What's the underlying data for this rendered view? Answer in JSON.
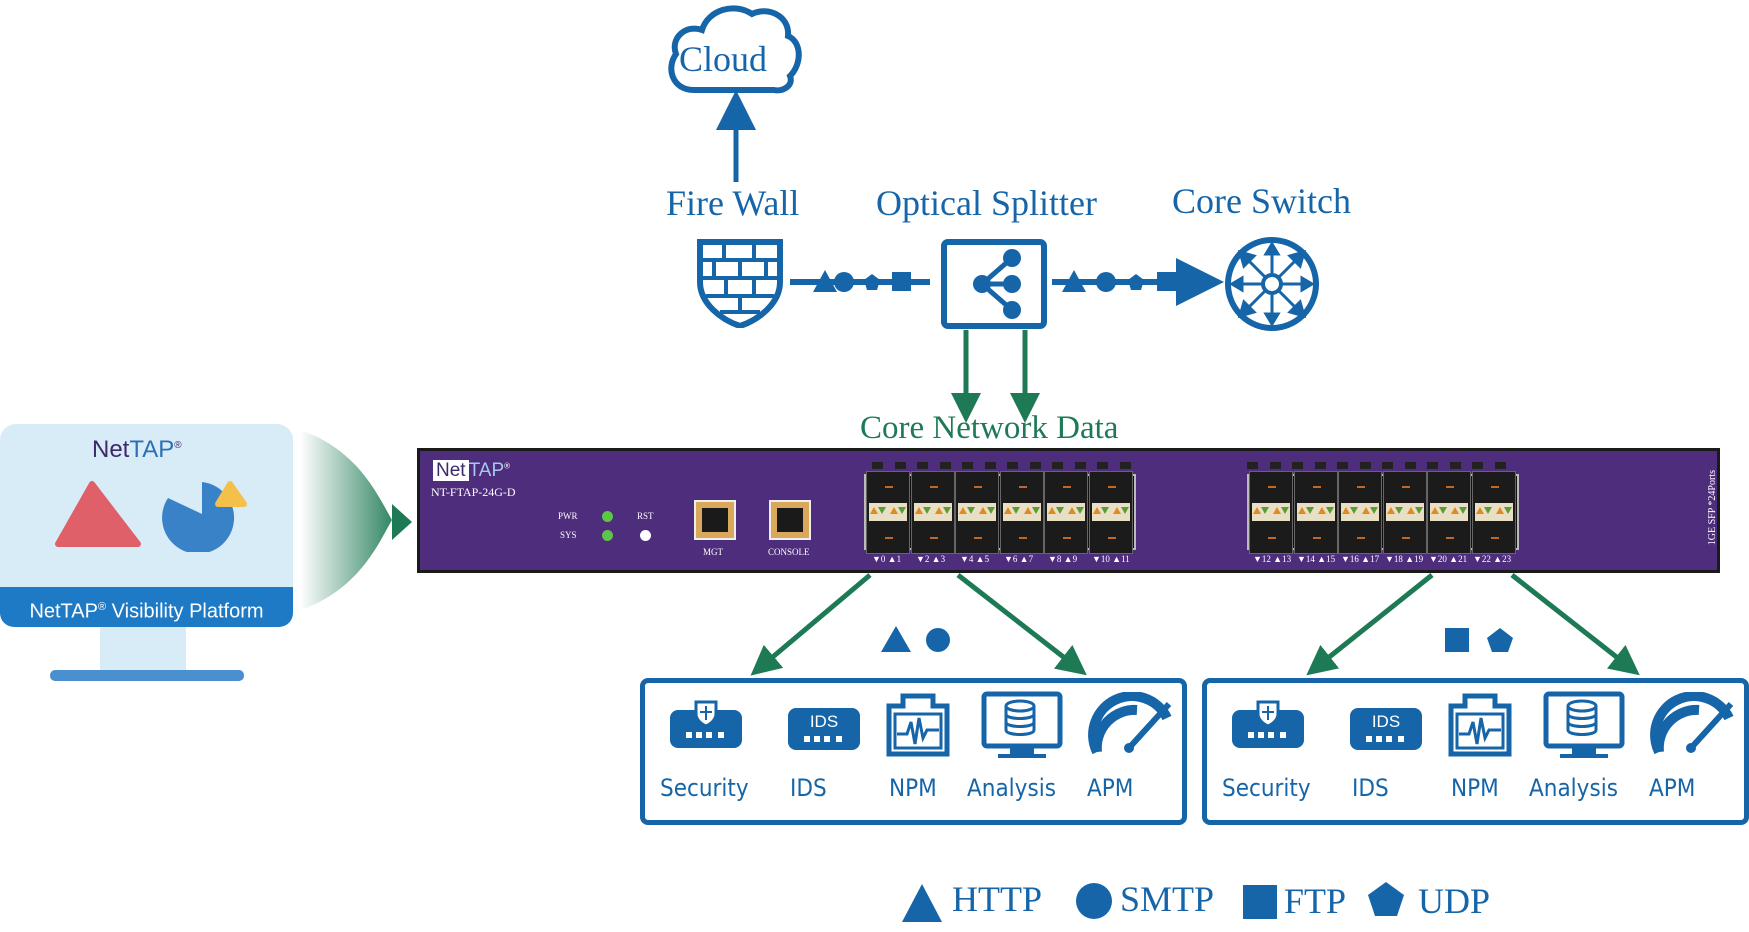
{
  "labels": {
    "cloud": "Cloud",
    "firewall": "Fire Wall",
    "splitter": "Optical Splitter",
    "core_switch": "Core Switch",
    "core_network_data": "Core Network Data"
  },
  "monitor": {
    "brand_net": "Net",
    "brand_tap": "TAP",
    "brand_reg": "®",
    "platform_label": "NetTAP",
    "platform_reg": "®",
    "platform_suffix": " Visibility Platform"
  },
  "device": {
    "logo_net": "Net",
    "logo_tap": "TAP",
    "logo_reg": "®",
    "model": "NT-FTAP-24G-D",
    "pwr": "PWR",
    "sys": "SYS",
    "rst": "RST",
    "mgt": "MGT",
    "console": "CONSOLE",
    "side_label": "1GE SFP *24Ports",
    "port_labels_left": [
      "▼0 ▲1",
      "▼2 ▲3",
      "▼4 ▲5",
      "▼6 ▲7",
      "▼8 ▲9",
      "▼10 ▲11"
    ],
    "port_labels_right": [
      "▼12 ▲13",
      "▼14 ▲15",
      "▼16 ▲17",
      "▼18 ▲19",
      "▼20 ▲21",
      "▼22 ▲23"
    ]
  },
  "tools_left": [
    "Security",
    "IDS",
    "NPM",
    "Analysis",
    "APM"
  ],
  "tools_right": [
    "Security",
    "IDS",
    "NPM",
    "Analysis",
    "APM"
  ],
  "ids_icon_text": "IDS",
  "legend": [
    {
      "shape": "triangle",
      "label": "HTTP"
    },
    {
      "shape": "circle",
      "label": "SMTP"
    },
    {
      "shape": "square",
      "label": "FTP"
    },
    {
      "shape": "pentagon",
      "label": "UDP"
    }
  ],
  "colors": {
    "blue": "#1565a8",
    "green": "#1e7a55",
    "device_purple": "#4d2d7c"
  }
}
